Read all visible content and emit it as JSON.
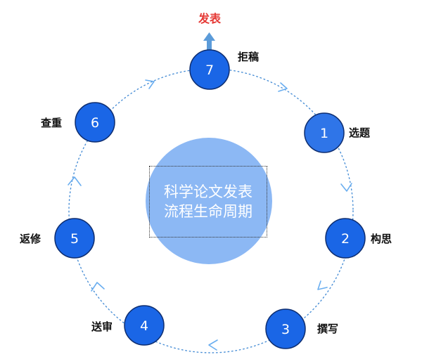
{
  "center": {
    "line1": "科学论文发表",
    "line2": "流程生命周期"
  },
  "publish_label": "发表",
  "stages": [
    {
      "number": "1",
      "label": "选题"
    },
    {
      "number": "2",
      "label": "构思"
    },
    {
      "number": "3",
      "label": "撰写"
    },
    {
      "number": "4",
      "label": "送审"
    },
    {
      "number": "5",
      "label": "返修"
    },
    {
      "number": "6",
      "label": "查重"
    },
    {
      "number": "7",
      "label": "拒稿"
    }
  ],
  "colors": {
    "node_fill": "#1a66e6",
    "node_fill_alt": "#2f75e8",
    "node_stroke": "#0d2d70",
    "ring": "#4a8fd6",
    "arrow": "#6aaef0",
    "center_fill": "#8cb8f4",
    "publish_text": "#e53935",
    "publish_arrow": "#5b9bd9"
  },
  "icons": {
    "flow_arrow": "chevron-arrow-icon",
    "publish_arrow": "arrow-up-icon"
  }
}
